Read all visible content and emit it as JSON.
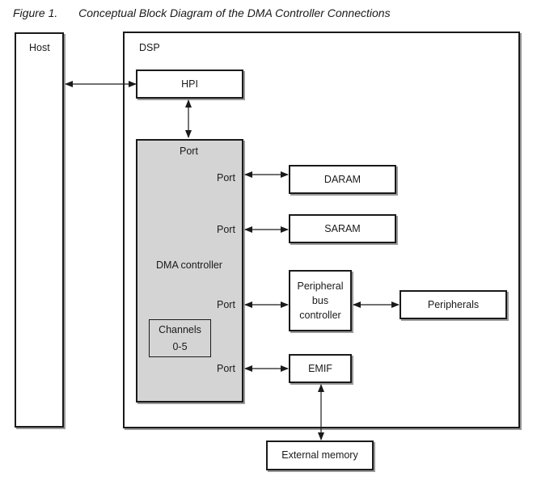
{
  "figure": {
    "number": "Figure 1.",
    "title": "Conceptual Block Diagram of the DMA Controller Connections"
  },
  "host": {
    "label": "Host"
  },
  "dsp": {
    "label": "DSP"
  },
  "hpi": {
    "label": "HPI"
  },
  "dma": {
    "label": "DMA controller",
    "top_port": "Port",
    "port_daram": "Port",
    "port_saram": "Port",
    "port_peripheral": "Port",
    "port_emif": "Port",
    "channels_line1": "Channels",
    "channels_line2": "0-5"
  },
  "daram": {
    "label": "DARAM"
  },
  "saram": {
    "label": "SARAM"
  },
  "peripheral_bus": {
    "line1": "Peripheral",
    "line2": "bus",
    "line3": "controller"
  },
  "peripherals": {
    "label": "Peripherals"
  },
  "emif": {
    "label": "EMIF"
  },
  "external_memory": {
    "label": "External memory"
  },
  "colors": {
    "line": "#1a1a1a",
    "dma_fill": "#d4d4d4",
    "shadow": "#9a9a9a"
  }
}
